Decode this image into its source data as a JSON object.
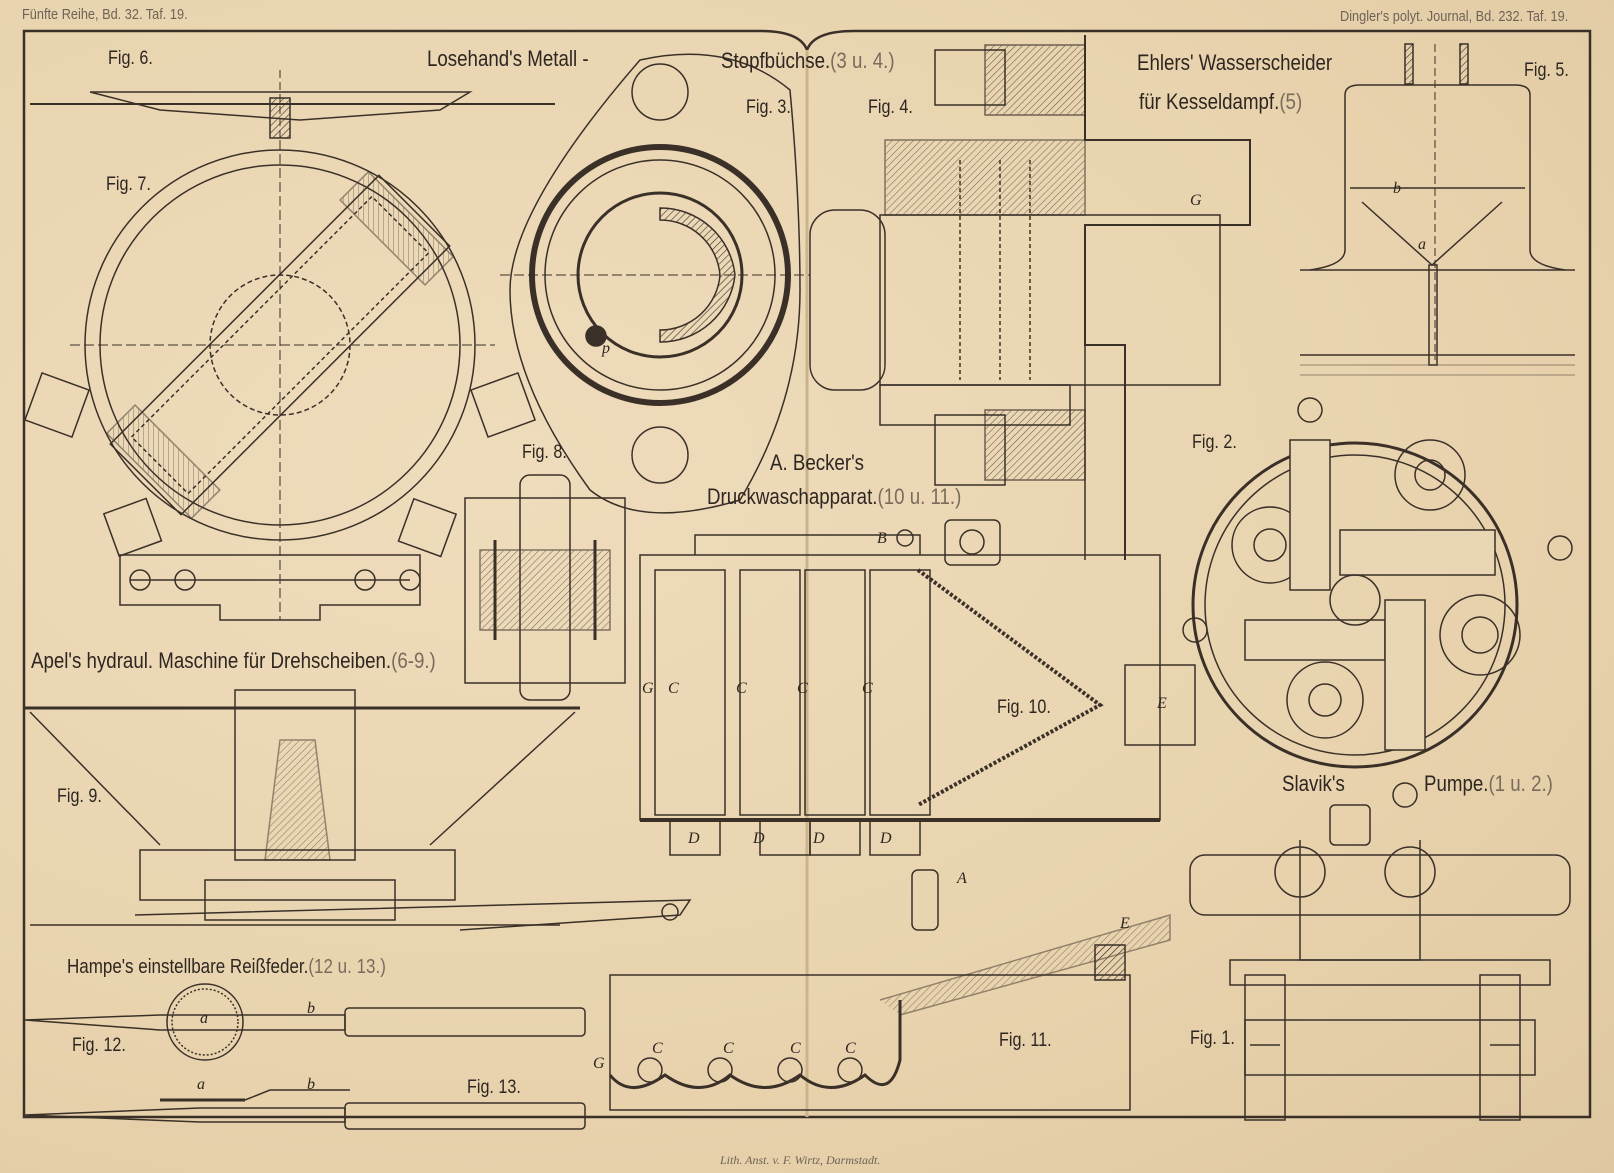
{
  "header": {
    "left": "Fünfte Reihe, Bd. 32. Taf. 19.",
    "right": "Dingler's polyt. Journal, Bd. 232. Taf. 19."
  },
  "imprint": "Lith. Anst. v. F. Wirtz, Darmstadt.",
  "titles": {
    "losehand_a": "Losehand's Metall -",
    "losehand_b": "Stopfbüchse.",
    "losehand_ref": "(3 u. 4.)",
    "ehlers_a": "Ehlers' Wasserscheider",
    "ehlers_b": "für Kesseldampf.",
    "ehlers_ref": "(5)",
    "becker_a": "A. Becker's",
    "becker_b": "Druckwaschapparat.",
    "becker_ref": "(10 u. 11.)",
    "apel": "Apel's hydraul. Maschine für Drehscheiben.",
    "apel_ref": "(6-9.)",
    "slavik_a": "Slavik's",
    "slavik_b": "Pumpe.",
    "slavik_ref": "(1 u. 2.)",
    "hampe": "Hampe's einstellbare Reißfeder.",
    "hampe_ref": "(12 u. 13.)"
  },
  "figures": {
    "fig1": "Fig. 1.",
    "fig2": "Fig. 2.",
    "fig3": "Fig. 3.",
    "fig4": "Fig. 4.",
    "fig5": "Fig. 5.",
    "fig6": "Fig. 6.",
    "fig7": "Fig. 7.",
    "fig8": "Fig. 8.",
    "fig9": "Fig. 9.",
    "fig10": "Fig. 10.",
    "fig11": "Fig. 11.",
    "fig12": "Fig. 12.",
    "fig13": "Fig. 13."
  },
  "letters": {
    "p": "p",
    "G": "G",
    "B": "B",
    "C": "C",
    "D": "D",
    "E": "E",
    "A": "A",
    "a": "a",
    "b": "b"
  },
  "colors": {
    "paper": "#e9d6b4",
    "ink": "#2e2620"
  }
}
